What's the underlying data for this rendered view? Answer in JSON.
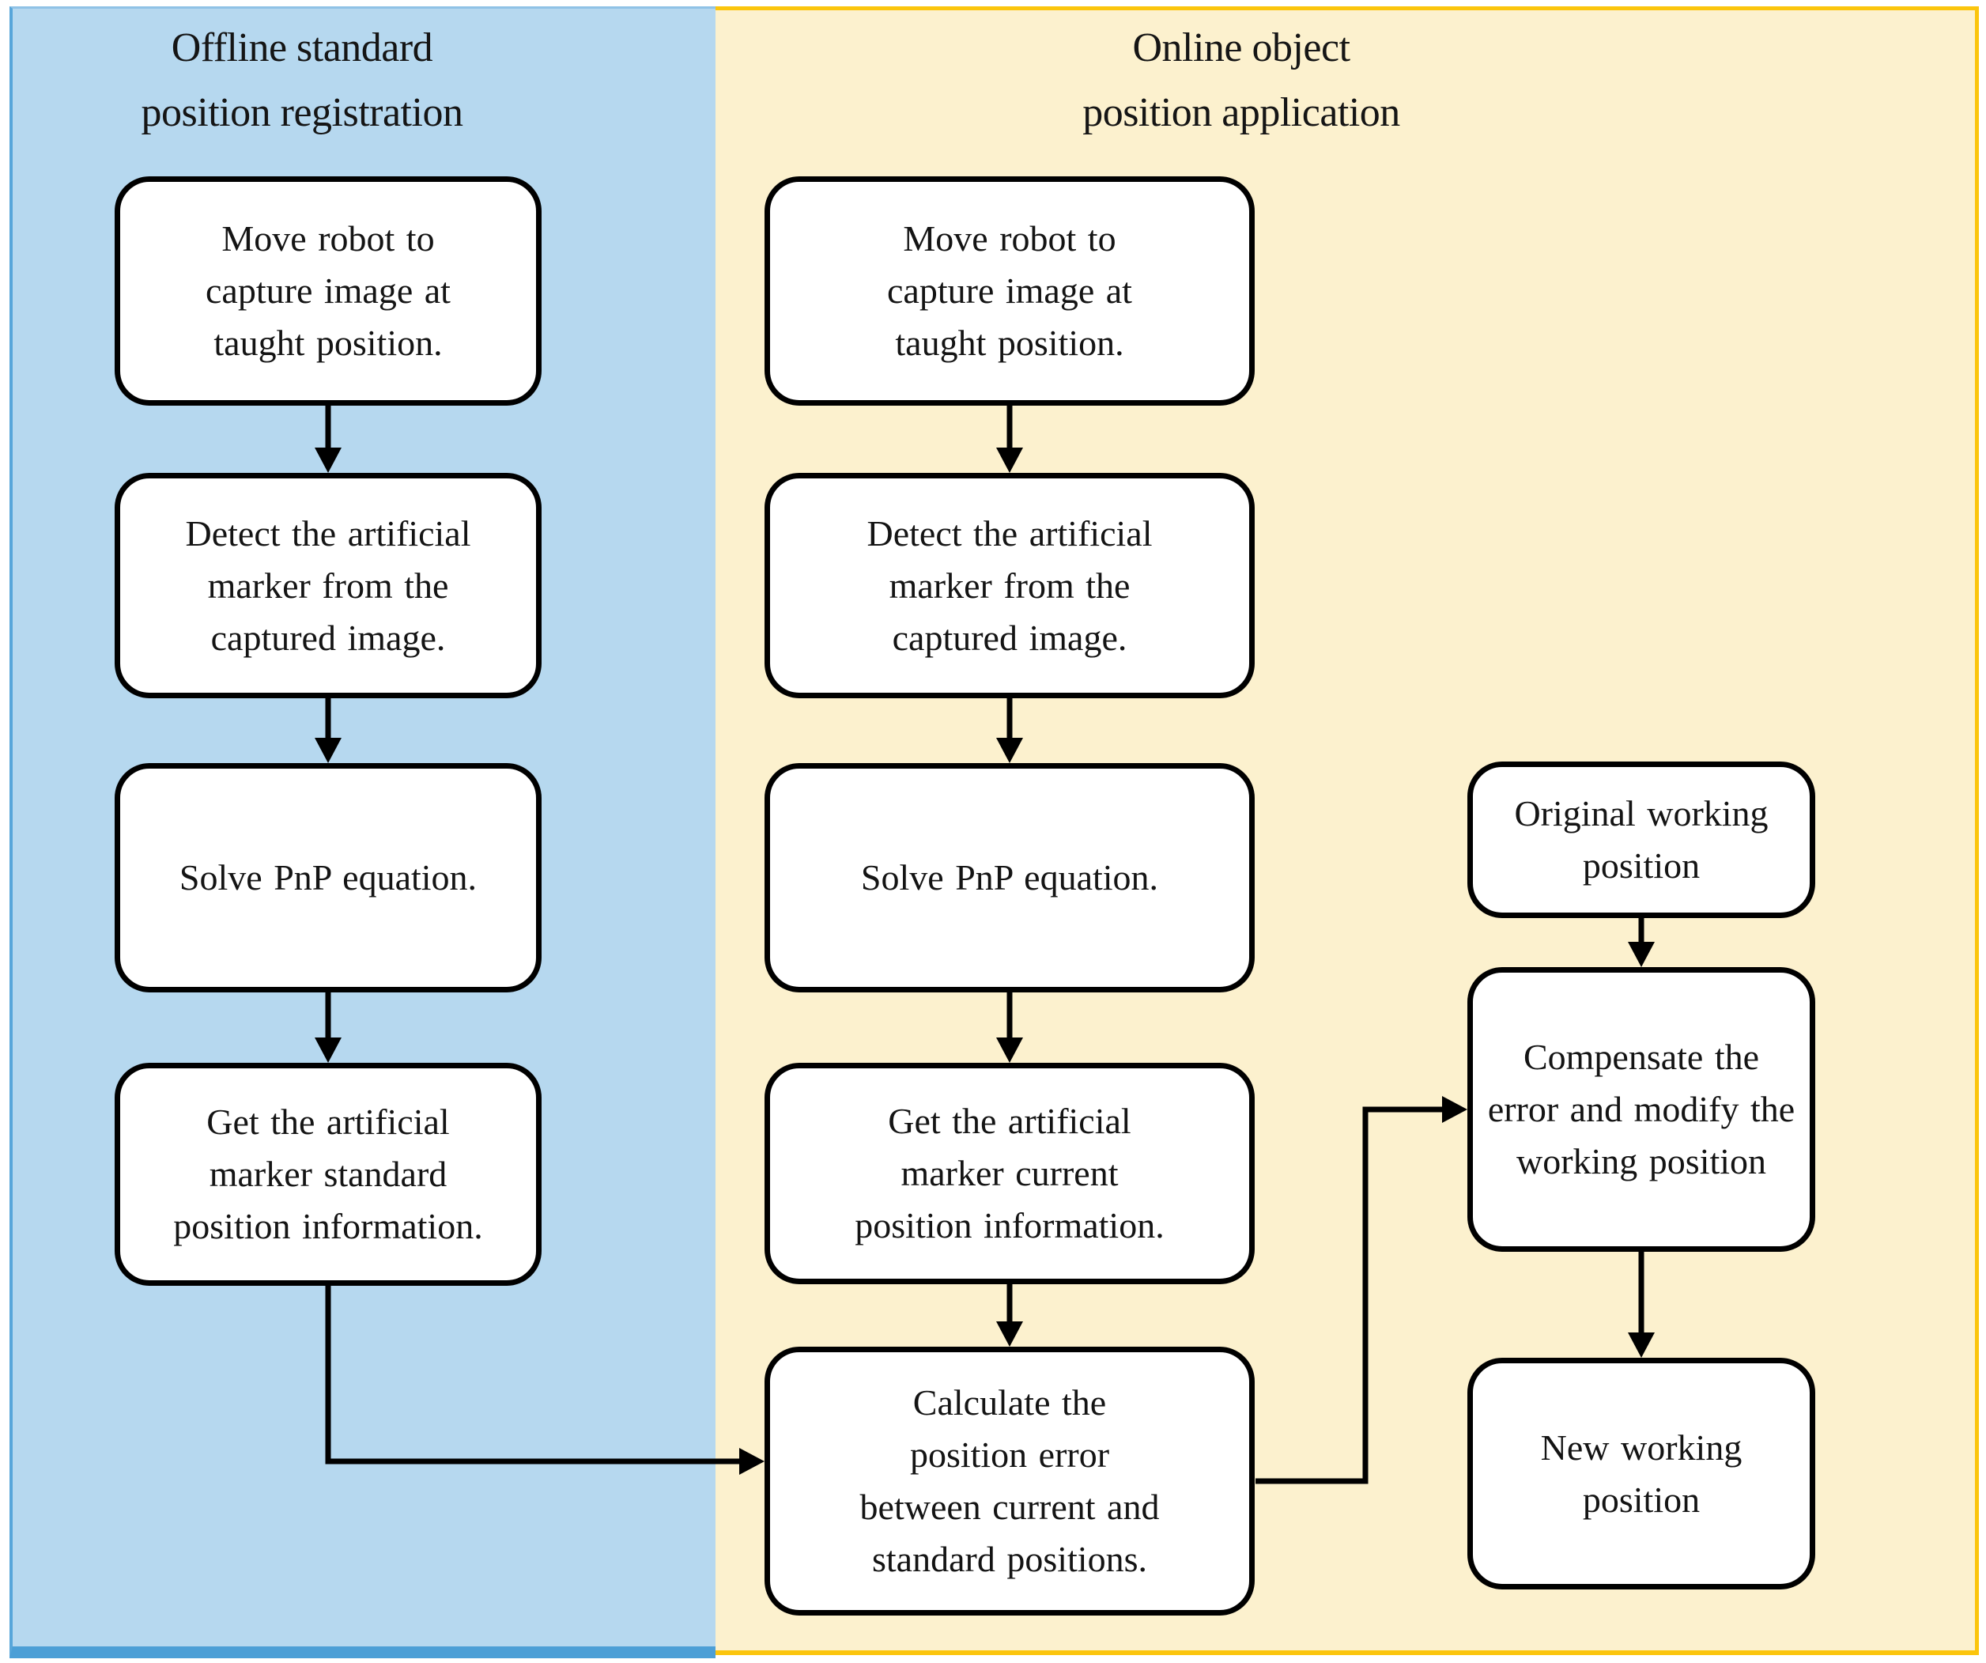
{
  "figure": {
    "type": "flowchart",
    "description": "Two-phase robot vision positioning workflow"
  },
  "colors": {
    "offline_panel_bg": "#B6D8EF",
    "offline_panel_border": "#4C9FD6",
    "online_panel_bg": "#FCF1CE",
    "online_panel_border": "#FBC50D",
    "box_fill": "#FFFFFF",
    "box_border": "#000000",
    "arrow": "#000000",
    "text": "#141414"
  },
  "panels": {
    "offline": {
      "title_lines": [
        "Offline standard",
        "position registration"
      ],
      "boxes": [
        {
          "lines": [
            "Move robot to",
            "capture image at",
            "taught position."
          ]
        },
        {
          "lines": [
            "Detect the artificial",
            "marker from the",
            "captured image."
          ]
        },
        {
          "lines": [
            "Solve PnP equation."
          ]
        },
        {
          "lines": [
            "Get the artificial",
            "marker standard",
            "position information."
          ]
        }
      ]
    },
    "online": {
      "title_lines": [
        "Online object",
        "position application"
      ],
      "process_boxes": [
        {
          "lines": [
            "Move robot to",
            "capture image at",
            "taught position."
          ]
        },
        {
          "lines": [
            "Detect the artificial",
            "marker from the",
            "captured image."
          ]
        },
        {
          "lines": [
            "Solve PnP equation."
          ]
        },
        {
          "lines": [
            "Get the artificial",
            "marker current",
            "position information."
          ]
        },
        {
          "lines": [
            "Calculate the",
            "position error",
            "between current and",
            "standard positions."
          ]
        }
      ],
      "working_boxes": [
        {
          "lines": [
            "Original working",
            "position"
          ]
        },
        {
          "lines": [
            "Compensate the",
            "error and modify the",
            "working position"
          ]
        },
        {
          "lines": [
            "New working",
            "position"
          ]
        }
      ]
    }
  }
}
